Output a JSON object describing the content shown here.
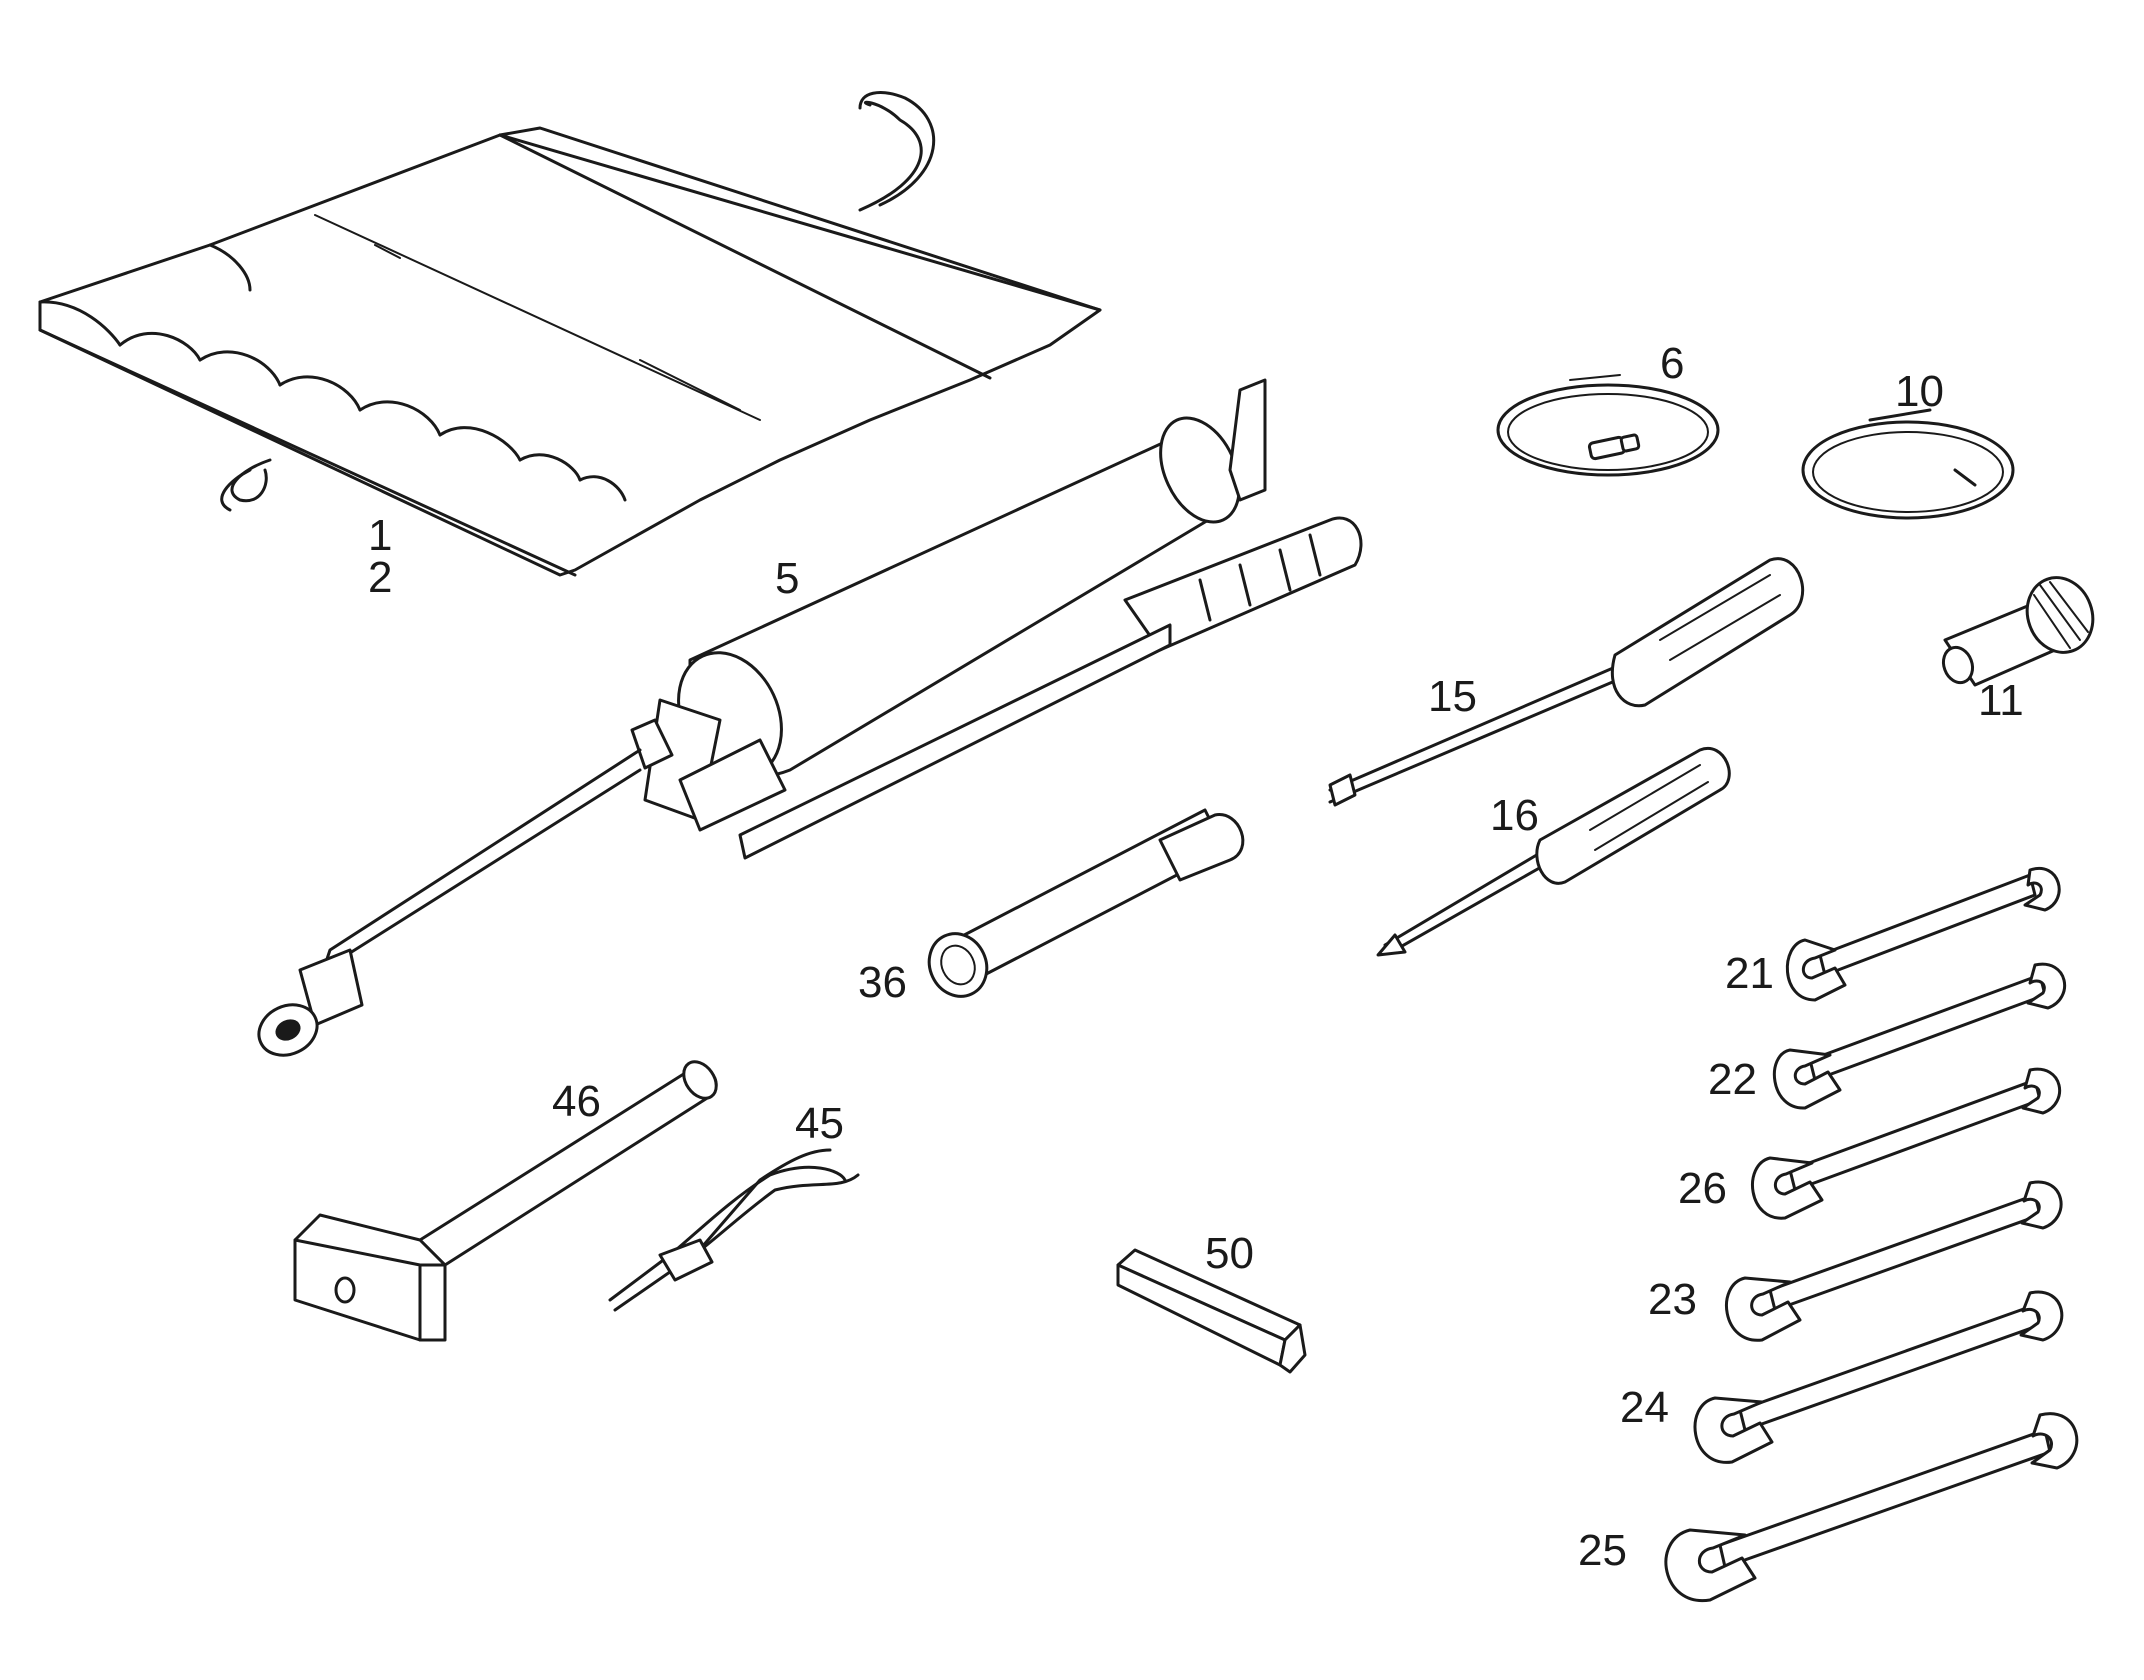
{
  "labels": {
    "l1": "1",
    "l2": "2",
    "l5": "5",
    "l6": "6",
    "l10": "10",
    "l11": "11",
    "l15": "15",
    "l16": "16",
    "l21": "21",
    "l22": "22",
    "l26": "26",
    "l23": "23",
    "l24": "24",
    "l25": "25",
    "l36": "36",
    "l45": "45",
    "l46": "46",
    "l50": "50"
  },
  "colors": {
    "ink": "#1a1a1a",
    "paper": "#ffffff"
  }
}
